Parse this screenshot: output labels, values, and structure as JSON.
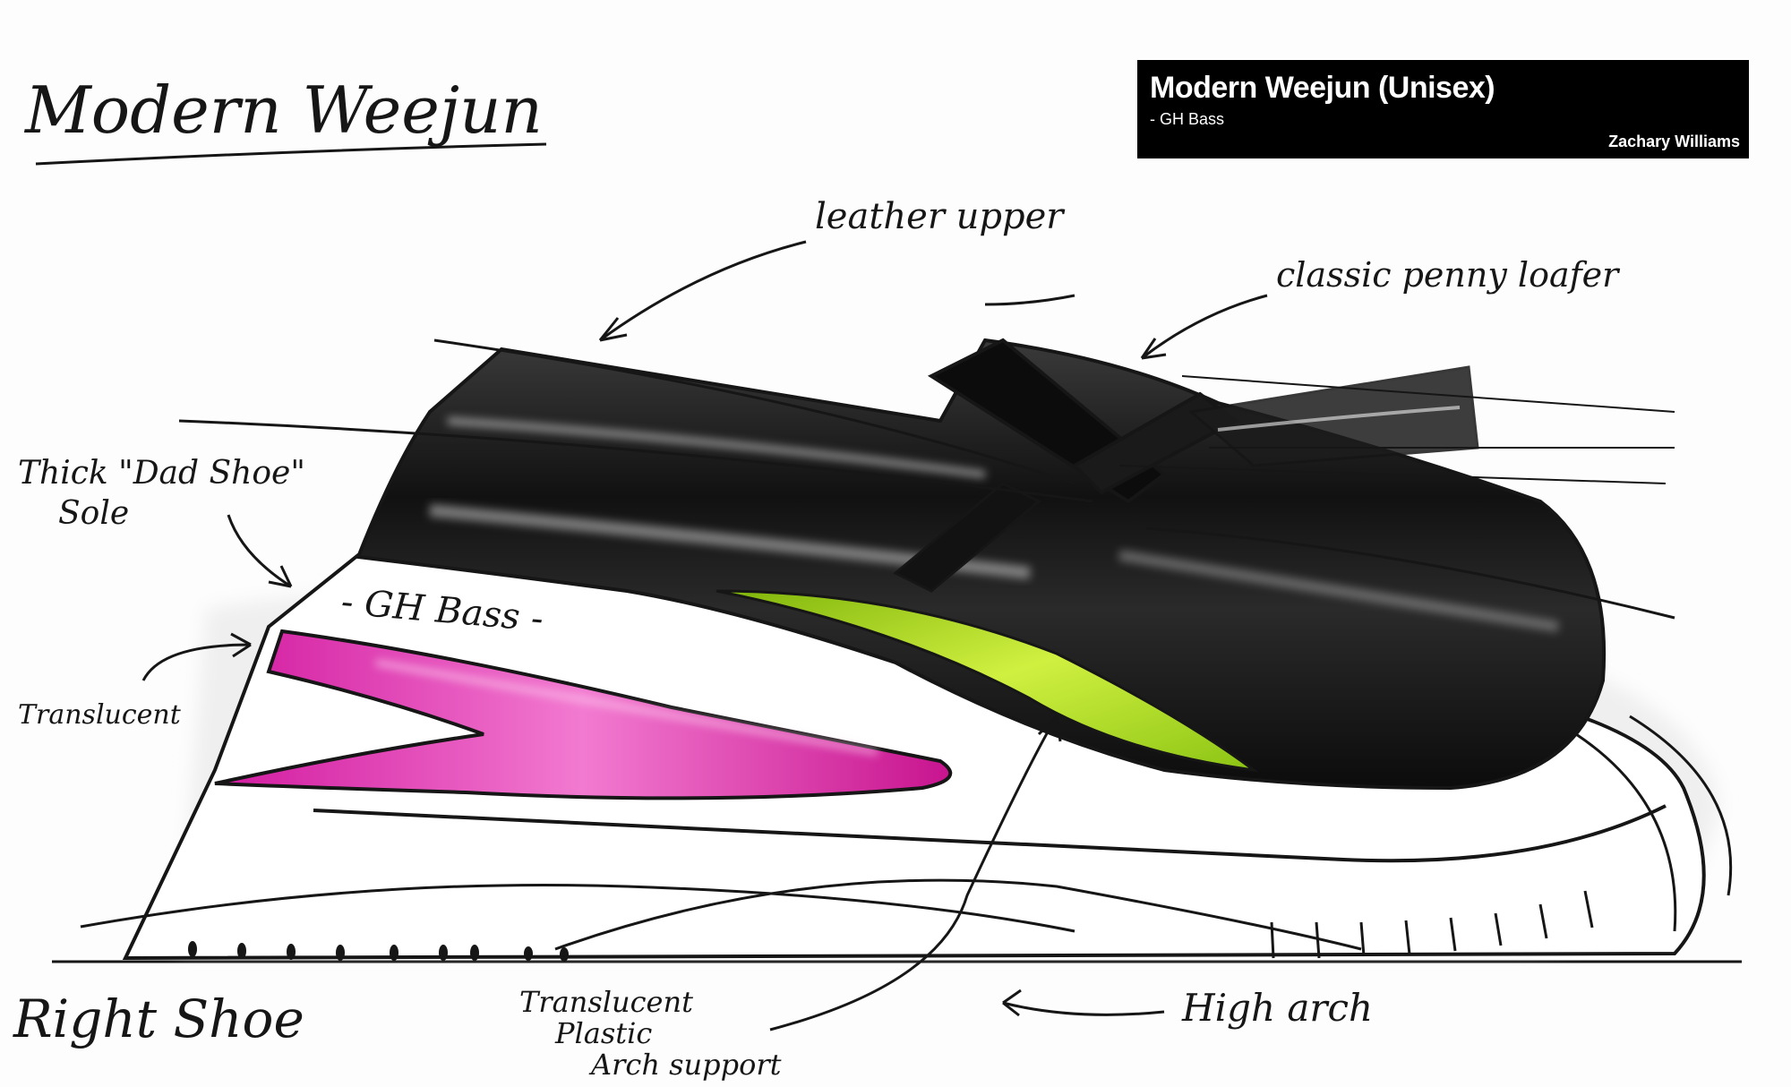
{
  "sketch_title": "Modern Weejun",
  "title_box": {
    "title": "Modern Weejun (Unisex)",
    "subtitle": "- GH Bass",
    "author": "Zachary Williams"
  },
  "annotations": {
    "leather_upper": "leather upper",
    "penny_loafer": "classic penny loafer",
    "dad_shoe_line1": "Thick \"Dad Shoe\"",
    "dad_shoe_line2": "Sole",
    "translucent": "Translucent",
    "brand_on_sole": "- GH Bass -",
    "right_shoe": "Right Shoe",
    "arch_support_line1": "Translucent",
    "arch_support_line2": "Plastic",
    "arch_support_line3": "Arch support",
    "high_arch": "High arch"
  },
  "colors": {
    "ink": "#161616",
    "upper": "#1c1c1c",
    "accent_pink": "#e02fb0",
    "accent_lime": "#a8d61a",
    "box_bg": "#000000",
    "box_text": "#ffffff"
  }
}
